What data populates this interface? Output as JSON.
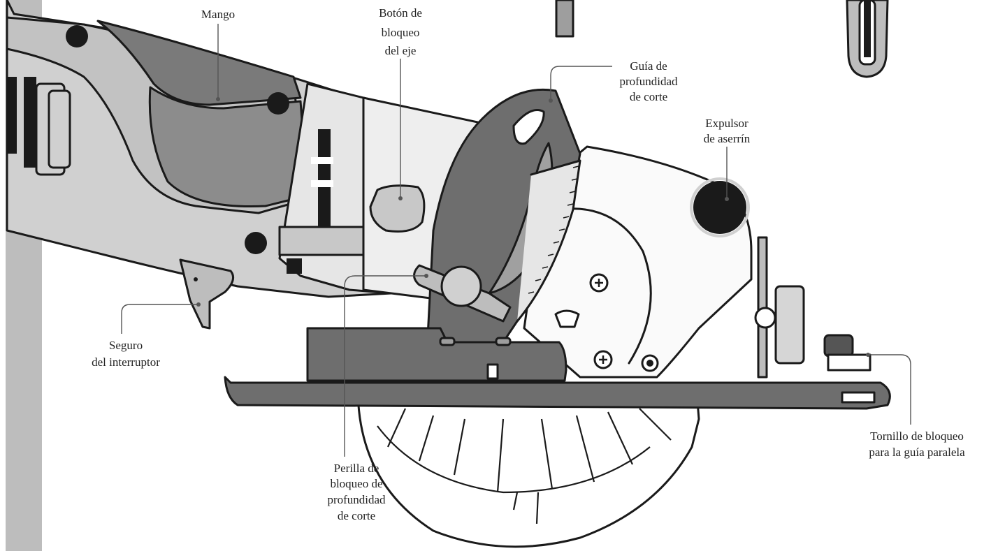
{
  "labels": {
    "mango": "Mango",
    "boton": [
      "Botón de",
      "bloqueo",
      "del eje"
    ],
    "guia": [
      "Guía de",
      "profundidad",
      "de corte"
    ],
    "expulsor": [
      "Expulsor",
      "de aserrín"
    ],
    "seguro": [
      "Seguro",
      "del interruptor"
    ],
    "perilla": [
      "Perilla de",
      "bloqueo de",
      "profundidad",
      "de corte"
    ],
    "tornillo": [
      "Tornillo de bloqueo",
      "para la guía paralela"
    ]
  },
  "colors": {
    "outline": "#1a1a1a",
    "body_light": "#e0e0e0",
    "body_mid": "#bdbdbd",
    "body_dark": "#6e6e6e",
    "guard_white": "#fafafa",
    "side_bar": "#bdbdbd",
    "label_text": "#222222",
    "leader": "#555555"
  }
}
